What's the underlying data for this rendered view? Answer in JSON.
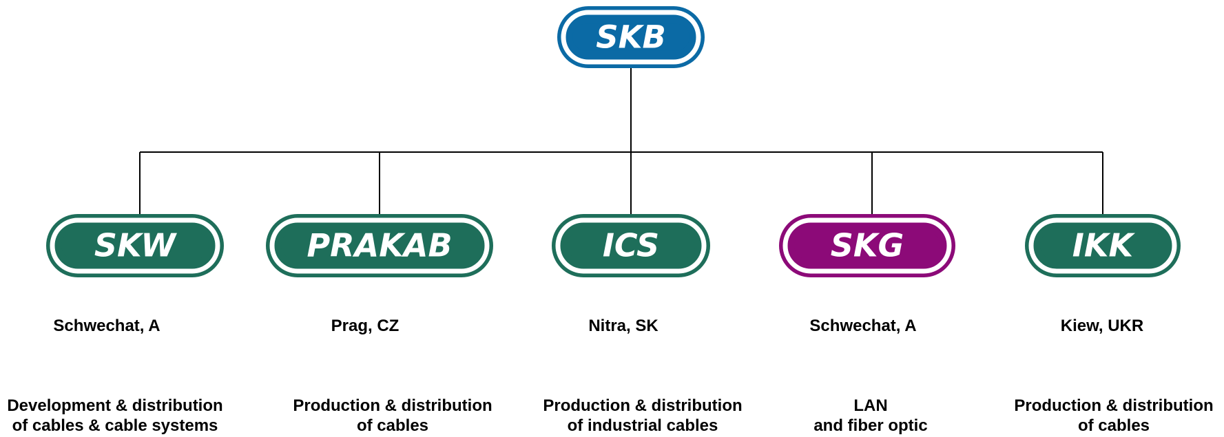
{
  "root": {
    "name": "SKB",
    "color": "#0b6aa5"
  },
  "subsidiaries": [
    {
      "name": "SKW",
      "color": "#1e6e5a",
      "location": "Schwechat, A",
      "desc": [
        "Development & distribution",
        "of cables & cable systems"
      ]
    },
    {
      "name": "PRAKAB",
      "color": "#1e6e5a",
      "location": "Prag, CZ",
      "desc": [
        "Production & distribution",
        "of cables"
      ]
    },
    {
      "name": "ICS",
      "color": "#1e6e5a",
      "location": "Nitra, SK",
      "desc": [
        "Production & distribution",
        "of industrial cables"
      ]
    },
    {
      "name": "SKG",
      "color": "#8c0a78",
      "location": "Schwechat, A",
      "desc": [
        "LAN",
        "and fiber optic"
      ]
    },
    {
      "name": "IKK",
      "color": "#1e6e5a",
      "location": "Kiew, UKR",
      "desc": [
        "Production & distribution",
        "of cables"
      ]
    }
  ]
}
